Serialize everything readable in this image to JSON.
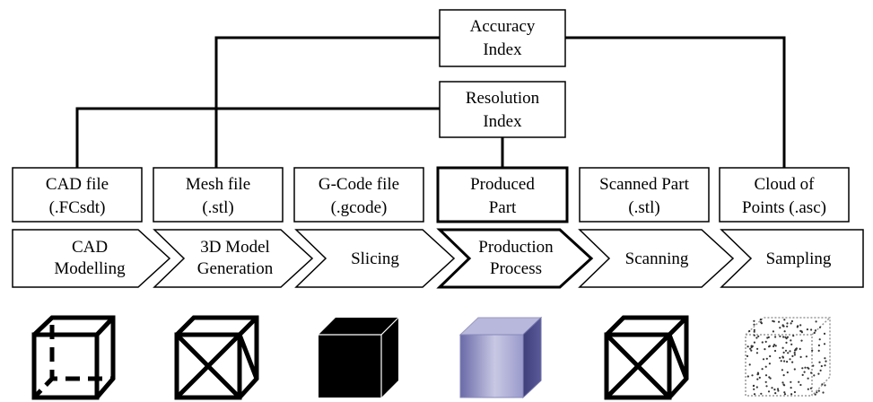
{
  "index_boxes": {
    "accuracy": [
      "Accuracy",
      "Index"
    ],
    "resolution": [
      "Resolution",
      "Index"
    ]
  },
  "file_boxes": [
    [
      "CAD file",
      "(.FCsdt)"
    ],
    [
      "Mesh file",
      "(.stl)"
    ],
    [
      "G-Code file",
      "(.gcode)"
    ],
    [
      "Produced",
      "Part"
    ],
    [
      "Scanned Part",
      "(.stl)"
    ],
    [
      "Cloud of",
      "Points (.asc)"
    ]
  ],
  "process_steps": [
    [
      "CAD",
      "Modelling"
    ],
    [
      "3D Model",
      "Generation"
    ],
    [
      "Slicing"
    ],
    [
      "Production",
      "Process"
    ],
    [
      "Scanning"
    ],
    [
      "Sampling"
    ]
  ],
  "icons": [
    "wireframe-cube-hidden-edges-icon",
    "wireframe-cube-x-faces-icon",
    "solid-black-cube-icon",
    "shaded-purple-cube-icon",
    "scanned-wireframe-cube-icon",
    "point-cloud-cube-icon"
  ],
  "colors": {
    "line": "#000000",
    "produced_cube_front": "#7a7ab8",
    "produced_cube_side": "#55558f",
    "produced_cube_top": "#b8b8dc",
    "point_cloud": "#333333"
  }
}
